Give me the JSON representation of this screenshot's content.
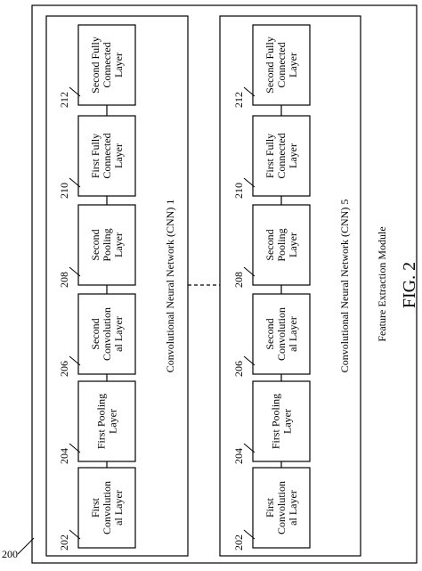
{
  "figure_label": "FIG. 2",
  "module": {
    "ref": "200",
    "title": "Feature Extraction Module"
  },
  "cnns": [
    {
      "title": "Convolutional Neural Network (CNN) 1",
      "layers": [
        {
          "ref": "202",
          "lines": [
            "First",
            "Convolution",
            "al Layer"
          ]
        },
        {
          "ref": "204",
          "lines": [
            "First Pooling",
            "Layer"
          ]
        },
        {
          "ref": "206",
          "lines": [
            "Second",
            "Convolution",
            "al Layer"
          ]
        },
        {
          "ref": "208",
          "lines": [
            "Second",
            "Pooling",
            "Layer"
          ]
        },
        {
          "ref": "210",
          "lines": [
            "First Fully",
            "Connected",
            "Layer"
          ]
        },
        {
          "ref": "212",
          "lines": [
            "Second Fully",
            "Connected",
            "Layer"
          ]
        }
      ]
    },
    {
      "title": "Convolutional Neural Network (CNN) 5",
      "layers": [
        {
          "ref": "202",
          "lines": [
            "First",
            "Convolution",
            "al Layer"
          ]
        },
        {
          "ref": "204",
          "lines": [
            "First Pooling",
            "Layer"
          ]
        },
        {
          "ref": "206",
          "lines": [
            "Second",
            "Convolution",
            "al Layer"
          ]
        },
        {
          "ref": "208",
          "lines": [
            "Second",
            "Pooling",
            "Layer"
          ]
        },
        {
          "ref": "210",
          "lines": [
            "First Fully",
            "Connected",
            "Layer"
          ]
        },
        {
          "ref": "212",
          "lines": [
            "Second Fully",
            "Connected",
            "Layer"
          ]
        }
      ]
    }
  ]
}
